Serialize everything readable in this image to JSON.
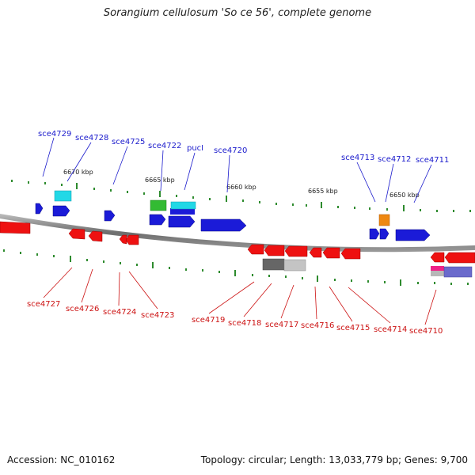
{
  "title": "Sorangium cellulosum 'So ce 56', complete genome",
  "footer": {
    "accession": "Accession: NC_010162",
    "summary": "Topology: circular; Length: 13,033,779 bp; Genes: 9,700"
  },
  "colors": {
    "forward_label": "#1a1acc",
    "reverse_label": "#cc1111"
  },
  "kbp_labels": [
    "6670 kbp",
    "6665 kbp",
    "6660 kbp",
    "6655 kbp",
    "6650 kbp"
  ],
  "genes_forward": [
    "sce4729",
    "sce4728",
    "sce4725",
    "sce4722",
    "pucI",
    "sce4720",
    "sce4713",
    "sce4712",
    "sce4711"
  ],
  "genes_reverse": [
    "sce4727",
    "sce4726",
    "sce4724",
    "sce4723",
    "sce4719",
    "sce4718",
    "sce4717",
    "sce4716",
    "sce4715",
    "sce4714",
    "sce4710"
  ]
}
